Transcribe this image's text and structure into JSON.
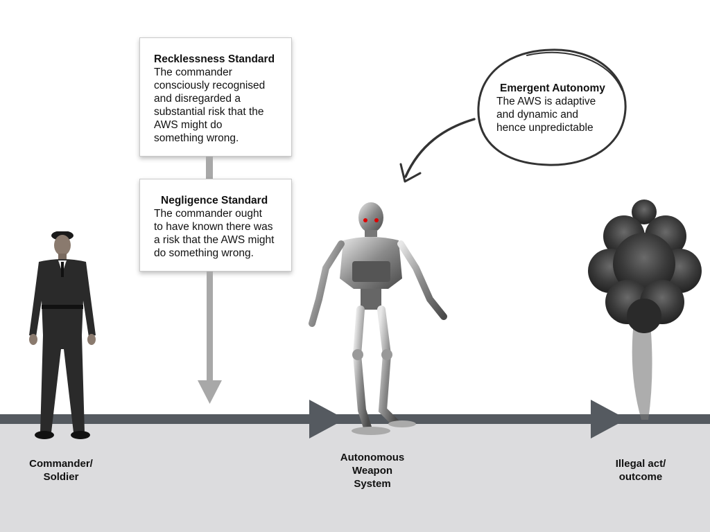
{
  "boxes": {
    "recklessness": {
      "title": "Recklessness Standard",
      "body": "The commander\nconsciously recognised\nand disregarded a\nsubstantial risk that the\nAWS might do\nsomething wrong."
    },
    "negligence": {
      "title": "Negligence Standard",
      "body": "The commander ought\nto have known there was\na risk that the AWS might\ndo something wrong."
    }
  },
  "bubble": {
    "title": "Emergent Autonomy",
    "body": "The AWS is adaptive\nand dynamic and\nhence unpredictable"
  },
  "labels": {
    "commander": "Commander/\nSoldier",
    "aws": "Autonomous\nWeapon\nSystem",
    "illegal": "Illegal act/\noutcome"
  },
  "icons": {
    "soldier": "soldier-figure",
    "robot": "robot-figure",
    "explosion": "explosion-cloud"
  },
  "colors": {
    "timeline": "#555a60",
    "ground": "#dcdcde",
    "connector": "#a8a8a8"
  }
}
